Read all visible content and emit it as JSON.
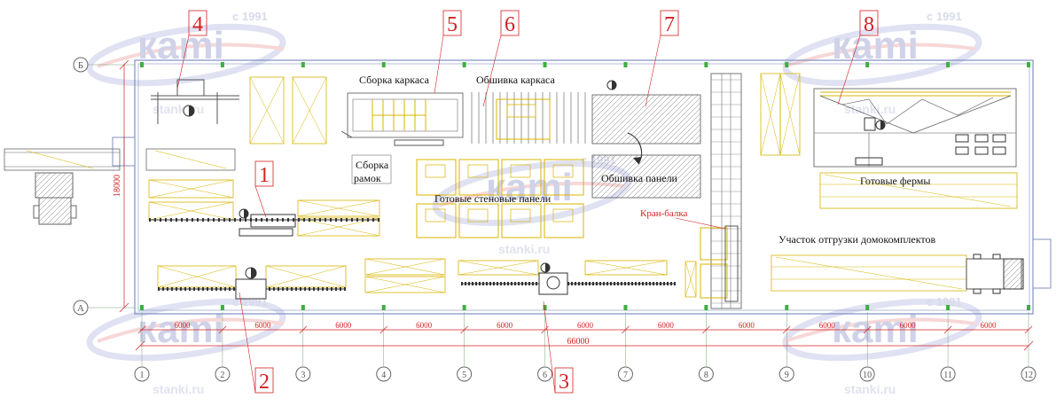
{
  "watermark": {
    "logo": "каmі",
    "since": "с 1991",
    "site": "stanki.ru"
  },
  "axes": {
    "columns": [
      "1",
      "2",
      "3",
      "4",
      "5",
      "6",
      "7",
      "8",
      "9",
      "10",
      "11",
      "12"
    ],
    "rows": [
      "Б",
      "А"
    ]
  },
  "dimensions": {
    "spans": [
      "6000",
      "6000",
      "6000",
      "6000",
      "6000",
      "6000",
      "6000",
      "6000",
      "6000",
      "6000",
      "6000"
    ],
    "total_length": "66000",
    "width": "18000"
  },
  "callouts": [
    "1",
    "2",
    "3",
    "4",
    "5",
    "6",
    "7",
    "8"
  ],
  "labels": {
    "frame_assembly": "Сборка каркаса",
    "frame_sheathing": "Обшивка каркаса",
    "panel_sheathing": "Обшивка панели",
    "frames_assembly_1": "Сборка",
    "frames_assembly_2": "рамок",
    "ready_wall_panels": "Готовые стеновые панели",
    "ready_trusses": "Готовые фермы",
    "crane_beam": "Кран-балка",
    "shipping_area": "Участок отгрузки домокомплектов"
  },
  "colors": {
    "frame": "#5a6aa8",
    "yellow": "#d8b400",
    "red": "#d42020",
    "green": "#3fae3f"
  }
}
